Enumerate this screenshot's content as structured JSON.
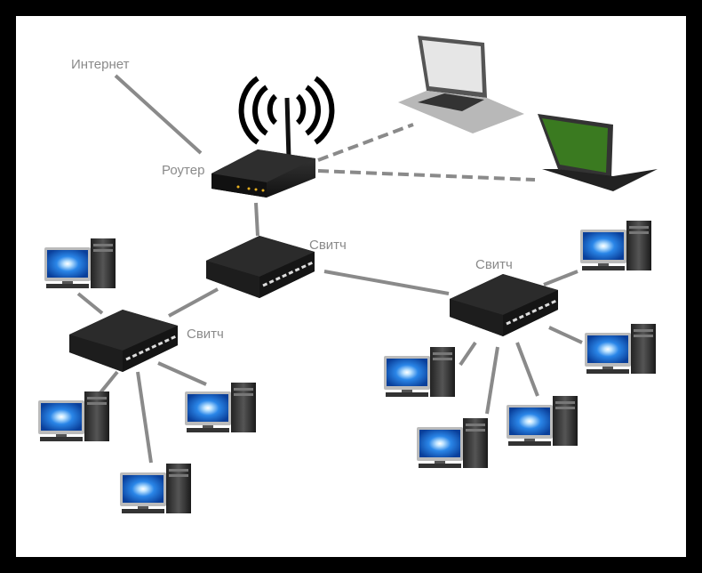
{
  "diagram": {
    "labels": {
      "internet": "Интернет",
      "router": "Роутер",
      "switch_main": "Свитч",
      "switch_left": "Свитч",
      "switch_right": "Свитч"
    },
    "colors": {
      "wire": "#8a8a8a",
      "device": "#1c1c1c",
      "screen": "#1a6fd8",
      "frame": "#000000"
    },
    "nodes": [
      "internet",
      "router",
      "laptop-1",
      "laptop-2",
      "switch-main",
      "switch-left",
      "switch-right",
      "pc-1",
      "pc-2",
      "pc-3",
      "pc-4",
      "pc-5",
      "pc-6",
      "pc-7",
      "pc-8",
      "pc-9"
    ],
    "links": {
      "wired": [
        [
          "internet",
          "router"
        ],
        [
          "router",
          "switch-main"
        ],
        [
          "switch-main",
          "switch-left"
        ],
        [
          "switch-main",
          "switch-right"
        ],
        [
          "switch-left",
          "pc-1"
        ],
        [
          "switch-left",
          "pc-2"
        ],
        [
          "switch-left",
          "pc-3"
        ],
        [
          "switch-left",
          "pc-4"
        ],
        [
          "switch-right",
          "pc-5"
        ],
        [
          "switch-right",
          "pc-6"
        ],
        [
          "switch-right",
          "pc-7"
        ],
        [
          "switch-right",
          "pc-8"
        ],
        [
          "switch-right",
          "pc-9"
        ]
      ],
      "wireless": [
        [
          "router",
          "laptop-1"
        ],
        [
          "router",
          "laptop-2"
        ]
      ]
    }
  }
}
